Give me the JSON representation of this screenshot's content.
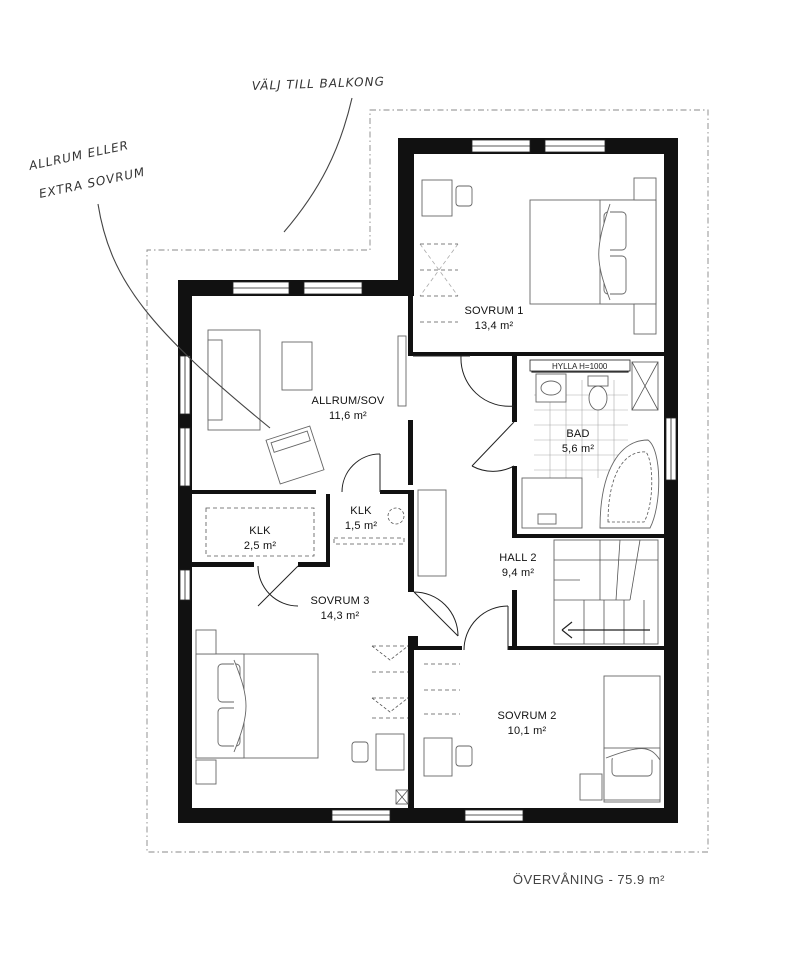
{
  "annotations": {
    "balcony": "VÄLJ TILL BALKONG",
    "allrum_line1": "ALLRUM ELLER",
    "allrum_line2": "EXTRA SOVRUM"
  },
  "rooms": {
    "sovrum1": {
      "name": "SOVRUM 1",
      "area": "13,4 m²"
    },
    "allrum": {
      "name": "ALLRUM/SOV",
      "area": "11,6 m²"
    },
    "bad": {
      "name": "BAD",
      "area": "5,6 m²"
    },
    "klk_small": {
      "name": "KLK",
      "area": "1,5 m²"
    },
    "klk_large": {
      "name": "KLK",
      "area": "2,5 m²"
    },
    "hall2": {
      "name": "HALL 2",
      "area": "9,4 m²"
    },
    "sovrum3": {
      "name": "SOVRUM 3",
      "area": "14,3 m²"
    },
    "sovrum2": {
      "name": "SOVRUM 2",
      "area": "10,1 m²"
    }
  },
  "shelf_label": "HYLLA H=1000",
  "caption": "ÖVERVÅNING - 75.9 m²"
}
